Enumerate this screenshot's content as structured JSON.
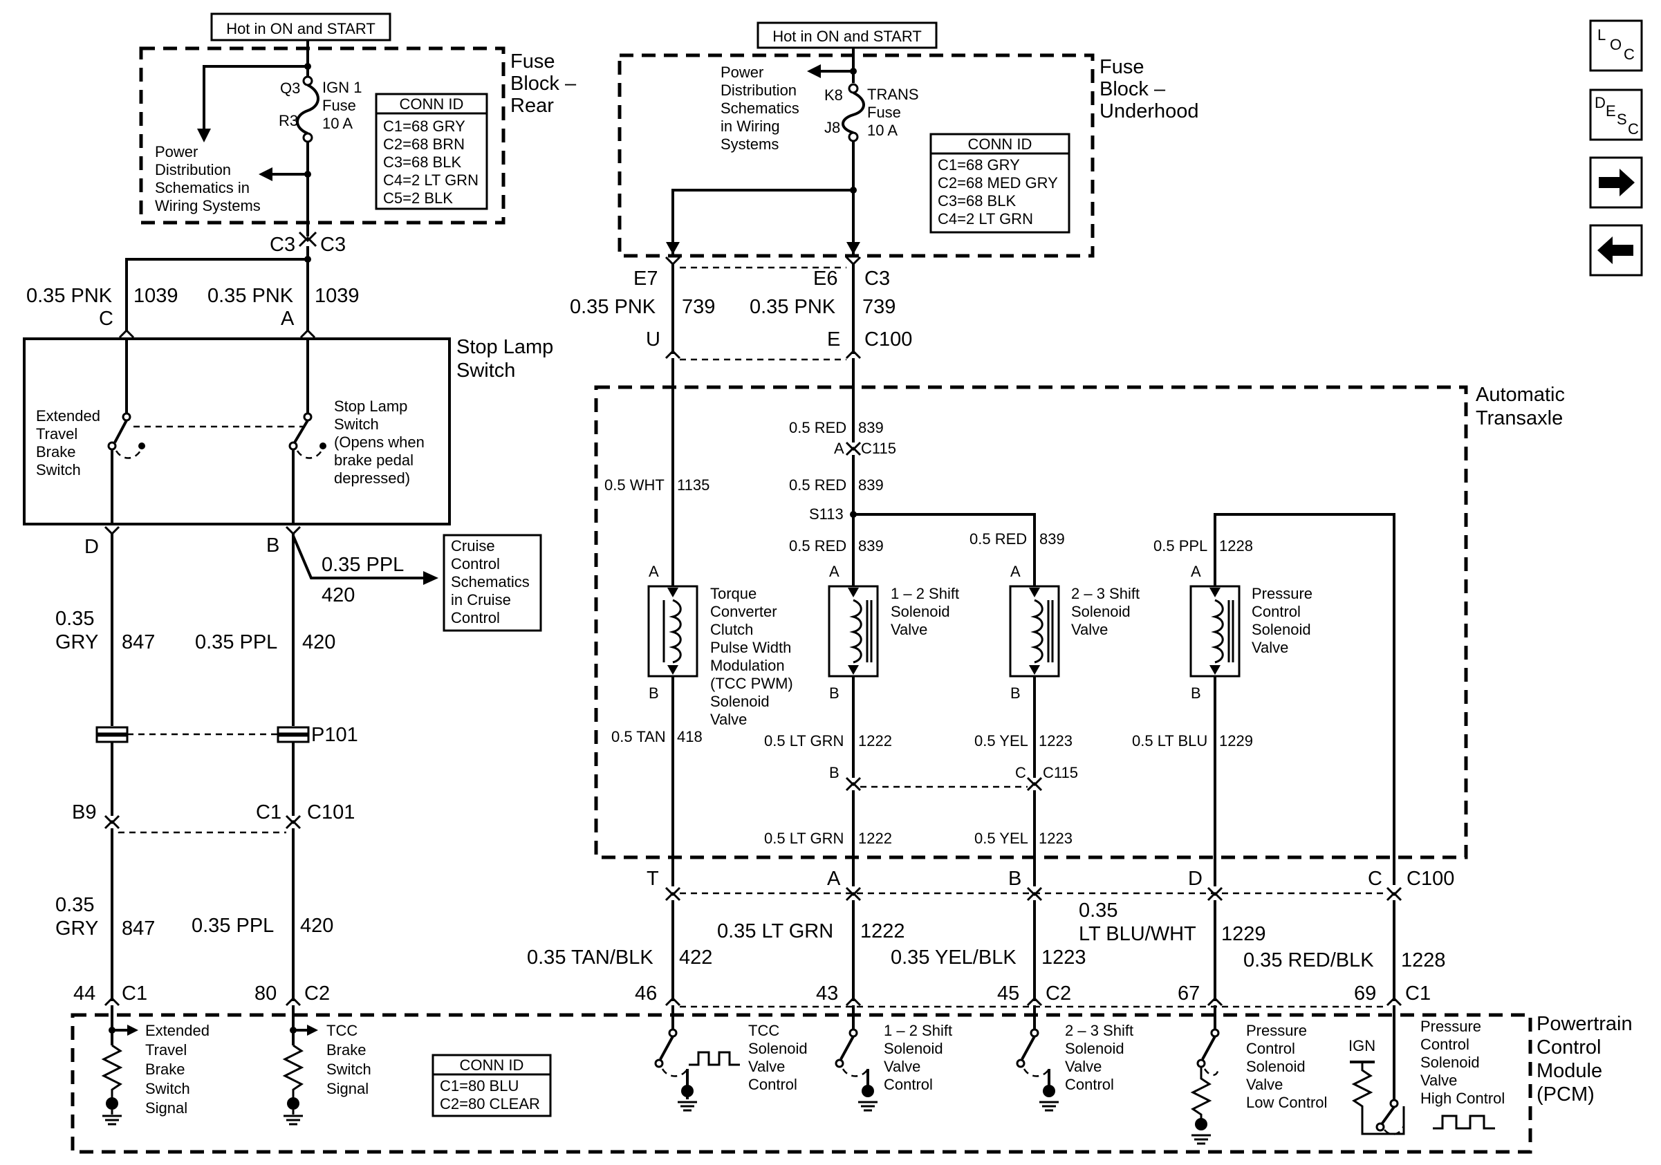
{
  "hot_label": "Hot in ON and START",
  "fuse_block_rear": {
    "title": [
      "Fuse",
      "Block –",
      "Rear"
    ],
    "q3": "Q3",
    "r3": "R3",
    "fuse": [
      "IGN 1",
      "Fuse",
      "10 A"
    ],
    "power_dist": [
      "Power",
      "Distribution",
      "Schematics in",
      "Wiring Systems"
    ],
    "conn_id_title": "CONN ID",
    "conn_id": [
      "C1=68 GRY",
      "C2=68 BRN",
      "C3=68 BLK",
      "C4=2 LT GRN",
      "C5=2 BLK"
    ]
  },
  "fuse_block_underhood": {
    "title": [
      "Fuse",
      "Block –",
      "Underhood"
    ],
    "k8": "K8",
    "j8": "J8",
    "fuse": [
      "TRANS",
      "Fuse",
      "10 A"
    ],
    "power_dist": [
      "Power",
      "Distribution",
      "Schematics",
      "in Wiring",
      "Systems"
    ],
    "conn_id_title": "CONN ID",
    "conn_id": [
      "C1=68 GRY",
      "C2=68 MED GRY",
      "C3=68 BLK",
      "C4=2 LT GRN"
    ]
  },
  "stop_lamp": {
    "c3": "C3",
    "c3_right": "C3",
    "wire_c_color": "0.35 PNK",
    "wire_c_circuit": "1039",
    "pin_c": "C",
    "wire_a_color": "0.35 PNK",
    "wire_a_circuit": "1039",
    "pin_a": "A",
    "title": [
      "Stop Lamp",
      "Switch"
    ],
    "ext_switch": [
      "Extended",
      "Travel",
      "Brake",
      "Switch"
    ],
    "sl_switch": [
      "Stop Lamp",
      "Switch",
      "(Opens when",
      "brake pedal",
      "depressed)"
    ],
    "pin_d": "D",
    "pin_b": "B",
    "cruise_wire": "0.35 PPL",
    "cruise_circuit": "420",
    "cruise_box": [
      "Cruise",
      "Control",
      "Schematics",
      "in Cruise",
      "Control"
    ],
    "wire_d_color": [
      "0.35",
      "GRY"
    ],
    "wire_d_circuit": "847",
    "wire_b_color": "0.35 PPL",
    "wire_b_circuit": "420",
    "p101": "P101",
    "b9": "B9",
    "c1": "C1",
    "c101": "C101",
    "wire_d2_color": [
      "0.35",
      "GRY"
    ],
    "wire_d2_circuit": "847",
    "wire_b2_color": "0.35 PPL",
    "wire_b2_circuit": "420",
    "pin_44": "44",
    "pin_44_conn": "C1",
    "pin_80": "80",
    "pin_80_conn": "C2"
  },
  "trans_feed": {
    "e7": "E7",
    "e6": "E6",
    "c3": "C3",
    "wire_left_color": "0.35 PNK",
    "wire_left_circuit": "739",
    "wire_right_color": "0.35 PNK",
    "wire_right_circuit": "739",
    "u": "U",
    "e": "E",
    "c100": "C100"
  },
  "transaxle": {
    "title": [
      "Automatic",
      "Transaxle"
    ],
    "red_839_a": "0.5 RED",
    "red_839_a_c": "839",
    "a_c115_pin": "A",
    "a_c115": "C115",
    "wht": "0.5 WHT",
    "wht_c": "1135",
    "red_839_b": "0.5 RED",
    "red_839_b_c": "839",
    "s113": "S113",
    "red_839_c": "0.5 RED",
    "red_839_c_c": "839",
    "red_839_d": "0.5 RED",
    "red_839_d_c": "839",
    "ppl_1228": "0.5 PPL",
    "ppl_1228_c": "1228",
    "tcc_label": [
      "Torque",
      "Converter",
      "Clutch",
      "Pulse Width",
      "Modulation",
      "(TCC PWM)",
      "Solenoid",
      "Valve"
    ],
    "s12_label": [
      "1 – 2 Shift",
      "Solenoid",
      "Valve"
    ],
    "s23_label": [
      "2 – 3 Shift",
      "Solenoid",
      "Valve"
    ],
    "pc_label": [
      "Pressure",
      "Control",
      "Solenoid",
      "Valve"
    ],
    "pin_a": "A",
    "pin_b": "B",
    "tan": "0.5 TAN",
    "tan_c": "418",
    "ltgrn": "0.5 LT GRN",
    "ltgrn_c": "1222",
    "yel": "0.5 YEL",
    "yel_c": "1223",
    "ltblu": "0.5 LT BLU",
    "ltblu_c": "1229",
    "b_c115_pin": "B",
    "c_c115_pin": "C",
    "c_c115": "C115",
    "ltgrn2": "0.5 LT GRN",
    "ltgrn2_c": "1222",
    "yel2": "0.5 YEL",
    "yel2_c": "1223",
    "t": "T",
    "a": "A",
    "b": "B",
    "d": "D",
    "c": "C",
    "c100": "C100"
  },
  "pcm_wires": {
    "ltgrn": "0.35 LT GRN",
    "ltgrn_c": "1222",
    "ltblu_top": "0.35",
    "ltblu": "LT BLU/WHT",
    "ltblu_c": "1229",
    "tan": "0.35 TAN/BLK",
    "tan_c": "422",
    "yel": "0.35 YEL/BLK",
    "yel_c": "1223",
    "red": "0.35 RED/BLK",
    "red_c": "1228",
    "p46": "46",
    "p43": "43",
    "p45": "45",
    "p45_conn": "C2",
    "p67": "67",
    "p69": "69",
    "p69_conn": "C1"
  },
  "pcm": {
    "title": [
      "Powertrain",
      "Control",
      "Module",
      "(PCM)"
    ],
    "ext_signal": [
      "Extended",
      "Travel",
      "Brake",
      "Switch",
      "Signal"
    ],
    "tcc_signal": [
      "TCC",
      "Brake",
      "Switch",
      "Signal"
    ],
    "conn_id_title": "CONN ID",
    "conn_id": [
      "C1=80 BLU",
      "C2=80 CLEAR"
    ],
    "tcc_ctrl": [
      "TCC",
      "Solenoid",
      "Valve",
      "Control"
    ],
    "s12_ctrl": [
      "1 – 2 Shift",
      "Solenoid",
      "Valve",
      "Control"
    ],
    "s23_ctrl": [
      "2 – 3 Shift",
      "Solenoid",
      "Valve",
      "Control"
    ],
    "pc_low": [
      "Pressure",
      "Control",
      "Solenoid",
      "Valve",
      "Low Control"
    ],
    "ign": "IGN",
    "pc_high": [
      "Pressure",
      "Control",
      "Solenoid",
      "Valve",
      "High Control"
    ]
  },
  "nav": {
    "loc": [
      "L",
      "O",
      "C"
    ],
    "desc": [
      "D",
      "E",
      "S",
      "C"
    ]
  }
}
